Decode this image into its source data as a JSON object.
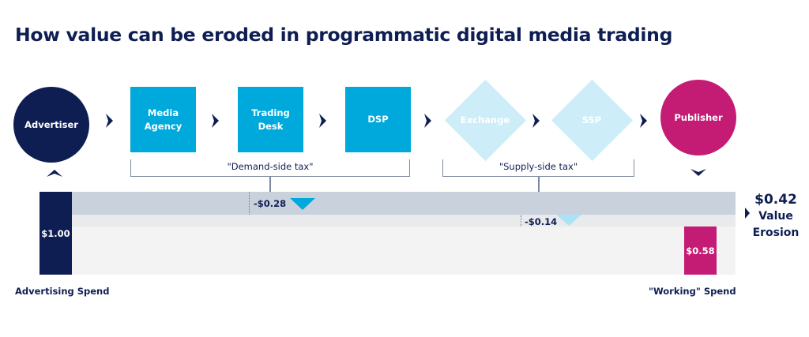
{
  "title": "How value can be eroded in programmatic digital media trading",
  "colors": {
    "navy": "#0f1e52",
    "cyan": "#00a9db",
    "light_cyan": "#cdeef8",
    "magenta": "#c41c74",
    "band_dark": "#c9d1dd",
    "band_mid": "#e9eaeb",
    "band_light": "#f3f3f4"
  },
  "flow": {
    "nodes": [
      {
        "label_lines": [
          "Advertiser"
        ],
        "shape": "circle",
        "color": "#0f1e52"
      },
      {
        "label_lines": [
          "Media",
          "Agency"
        ],
        "shape": "square",
        "color": "#00a9db"
      },
      {
        "label_lines": [
          "Trading",
          "Desk"
        ],
        "shape": "square",
        "color": "#00a9db"
      },
      {
        "label_lines": [
          "DSP"
        ],
        "shape": "square",
        "color": "#00a9db"
      },
      {
        "label_lines": [
          "Exchange"
        ],
        "shape": "diamond",
        "color": "#cdeef8"
      },
      {
        "label_lines": [
          "SSP"
        ],
        "shape": "diamond",
        "color": "#cdeef8"
      },
      {
        "label_lines": [
          "Publisher"
        ],
        "shape": "circle",
        "color": "#c41c74"
      }
    ],
    "connector_icon": "chevron-right-icon"
  },
  "brackets": {
    "demand": {
      "label": "\"Demand-side tax\""
    },
    "supply": {
      "label": "\"Supply-side tax\""
    }
  },
  "chart": {
    "start_bar": {
      "value_label": "$1.00",
      "caption": "Advertising Spend"
    },
    "end_bar": {
      "value_label": "$0.58",
      "caption": "\"Working\" Spend"
    },
    "demand_delta": "-$0.28",
    "supply_delta": "-$0.14",
    "erosion": {
      "amount": "$0.42",
      "line1": "Value",
      "line2": "Erosion"
    }
  },
  "chart_data": {
    "type": "bar",
    "title": "How value can be eroded in programmatic digital media trading",
    "categories": [
      "Advertising Spend",
      "Demand-side tax",
      "Supply-side tax",
      "\"Working\" Spend"
    ],
    "values": [
      1.0,
      -0.28,
      -0.14,
      0.58
    ],
    "value_labels": [
      "$1.00",
      "-$0.28",
      "-$0.14",
      "$0.58"
    ],
    "annotations": [
      "$0.42 Value Erosion"
    ],
    "xlabel": "",
    "ylabel": "",
    "ylim": [
      0,
      1.0
    ],
    "grid": false,
    "legend": "none"
  }
}
